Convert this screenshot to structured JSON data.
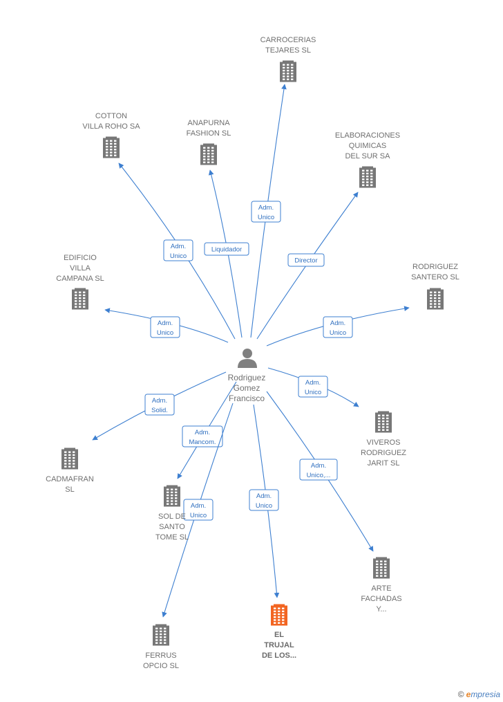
{
  "center": {
    "name_lines": [
      "Rodriguez",
      "Gomez",
      "Francisco"
    ],
    "icon": "person-icon"
  },
  "companies": [
    {
      "id": "carrocerias",
      "lines": [
        "CARROCERIAS",
        "TEJARES  SL"
      ],
      "color": "#777777",
      "role": [
        "Adm.",
        "Unico"
      ]
    },
    {
      "id": "cotton",
      "lines": [
        "COTTON",
        "VILLA ROHO SA"
      ],
      "color": "#777777",
      "role": [
        "Adm.",
        "Unico"
      ]
    },
    {
      "id": "anapurna",
      "lines": [
        "ANAPURNA",
        "FASHION SL"
      ],
      "color": "#777777",
      "role": [
        "Liquidador"
      ]
    },
    {
      "id": "elaboraciones",
      "lines": [
        "ELABORACIONES",
        "QUIMICAS",
        "DEL SUR SA"
      ],
      "color": "#777777",
      "role": [
        "Director"
      ]
    },
    {
      "id": "edificio",
      "lines": [
        "EDIFICIO",
        "VILLA",
        "CAMPANA SL"
      ],
      "color": "#777777",
      "role": [
        "Adm.",
        "Unico"
      ]
    },
    {
      "id": "rodriguez-santero",
      "lines": [
        "RODRIGUEZ",
        "SANTERO SL"
      ],
      "color": "#777777",
      "role": [
        "Adm.",
        "Unico"
      ]
    },
    {
      "id": "viveros",
      "lines": [
        "VIVEROS",
        "RODRIGUEZ",
        "JARIT  SL"
      ],
      "color": "#777777",
      "role": [
        "Adm.",
        "Unico"
      ]
    },
    {
      "id": "cadmafran",
      "lines": [
        "CADMAFRAN",
        "SL"
      ],
      "color": "#777777",
      "role": [
        "Adm.",
        "Solid."
      ]
    },
    {
      "id": "sol",
      "lines": [
        "SOL DE",
        "SANTO",
        "TOME SL"
      ],
      "color": "#777777",
      "role": [
        "Adm.",
        "Mancom."
      ]
    },
    {
      "id": "ferrus",
      "lines": [
        "FERRUS",
        "OPCIO SL"
      ],
      "color": "#777777",
      "role": [
        "Adm.",
        "Unico"
      ]
    },
    {
      "id": "el-trujal",
      "lines": [
        "EL",
        "TRUJAL",
        "DE LOS..."
      ],
      "color": "#f26522",
      "role": [
        "Adm.",
        "Unico"
      ]
    },
    {
      "id": "arte",
      "lines": [
        "ARTE",
        "FACHADAS",
        "Y..."
      ],
      "color": "#777777",
      "role": [
        "Adm.",
        "Unico,..."
      ]
    }
  ],
  "footer": {
    "copyright": "©",
    "brand_first": "e",
    "brand_rest": "mpresia"
  }
}
